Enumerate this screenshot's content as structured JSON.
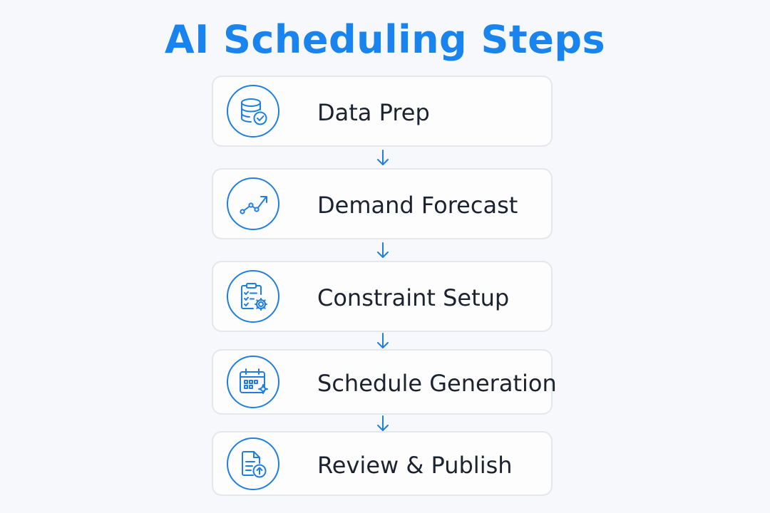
{
  "title": "AI Scheduling Steps",
  "accent_color": "#1a84ee",
  "steps": [
    {
      "label": "Data Prep",
      "icon": "database-check-icon"
    },
    {
      "label": "Demand Forecast",
      "icon": "trend-line-icon"
    },
    {
      "label": "Constraint Setup",
      "icon": "clipboard-gear-icon"
    },
    {
      "label": "Schedule Generation",
      "icon": "calendar-sparkle-icon"
    },
    {
      "label": "Review & Publish",
      "icon": "document-upload-icon"
    }
  ]
}
